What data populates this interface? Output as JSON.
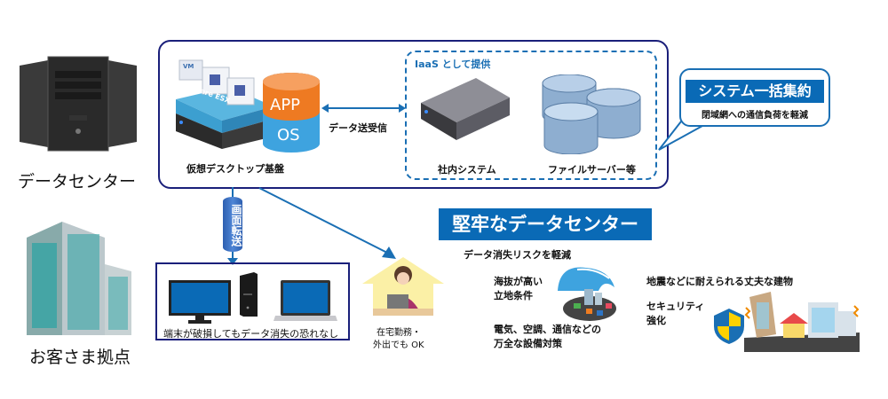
{
  "left_labels": {
    "datacenter": "データセンター",
    "customer_site": "お客さま拠点"
  },
  "vdi": {
    "label": "仮想デスクトップ基盤",
    "vm_tag": "VM",
    "hypervisor": "VMware ESX",
    "db_top": "APP",
    "db_bottom": "OS",
    "data_exchange": "データ送受信"
  },
  "iaas": {
    "title": "IaaS として提供",
    "items": [
      {
        "label": "社内システム",
        "icon": "server-icon"
      },
      {
        "label": "ファイルサーバー等",
        "icon": "database-stack-icon"
      }
    ]
  },
  "callout": {
    "title": "システム一括集約",
    "subtitle": "閉域網への通信負荷を軽減"
  },
  "screen_transfer": "画面転送",
  "terminals": {
    "caption": "端末が破損してもデータ消失の恐れなし"
  },
  "remote": {
    "line1": "在宅勤務・",
    "line2": "外出でも OK"
  },
  "datacenter_features": {
    "banner": "堅牢なデータセンター",
    "risk": "データ消失リスクを軽減",
    "altitude_line1": "海抜が高い",
    "altitude_line2": "立地条件",
    "facility_line1": "電気、空調、通信などの",
    "facility_line2": "万全な設備対策",
    "earthquake": "地震などに耐えられる丈夫な建物",
    "security_line1": "セキュリティ",
    "security_line2": "強化"
  },
  "colors": {
    "navy": "#1a1f7a",
    "blue": "#0a6ab6",
    "orange": "#ee7a22",
    "sky": "#3ea3df"
  }
}
